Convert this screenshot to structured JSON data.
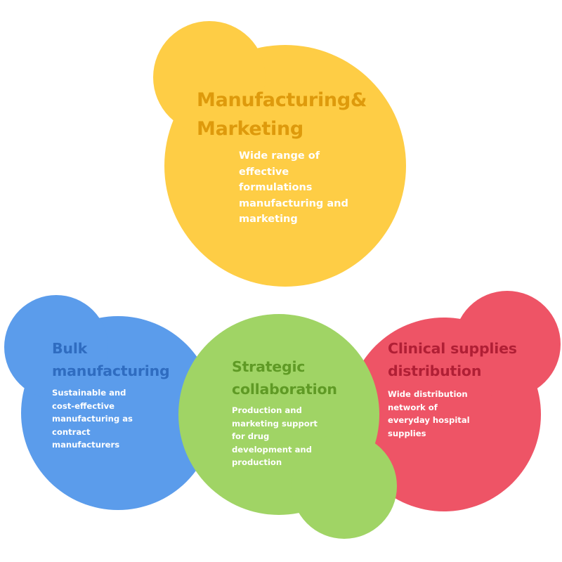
{
  "colors": {
    "yellow": "#FECD45",
    "yellow_title": "#DE9A0C",
    "blue": "#5B9CEB",
    "blue_title": "#2F6CC0",
    "green": "#A0D465",
    "green_title": "#5F9A25",
    "red": "#EE5466",
    "red_title": "#B01F35",
    "description": "#FFFFFF"
  },
  "diagram": {
    "manufacturing_marketing": {
      "title_lines": [
        "Manufacturing&",
        "Marketing"
      ],
      "description_lines": [
        "Wide range of",
        "effective",
        "formulations",
        "manufacturing and",
        "marketing"
      ]
    },
    "bulk_manufacturing": {
      "title_lines": [
        "Bulk",
        "manufacturing"
      ],
      "description_lines": [
        "Sustainable and",
        "cost-effective",
        "manufacturing as",
        "contract",
        "manufacturers"
      ]
    },
    "strategic_collaboration": {
      "title_lines": [
        "Strategic",
        "collaboration"
      ],
      "description_lines": [
        "Production and",
        "marketing support",
        "for drug",
        "development and",
        "production"
      ]
    },
    "clinical_supplies": {
      "title_lines": [
        "Clinical supplies",
        "distribution"
      ],
      "description_lines": [
        "Wide distribution",
        "network of",
        "everyday hospital",
        "supplies"
      ]
    }
  }
}
